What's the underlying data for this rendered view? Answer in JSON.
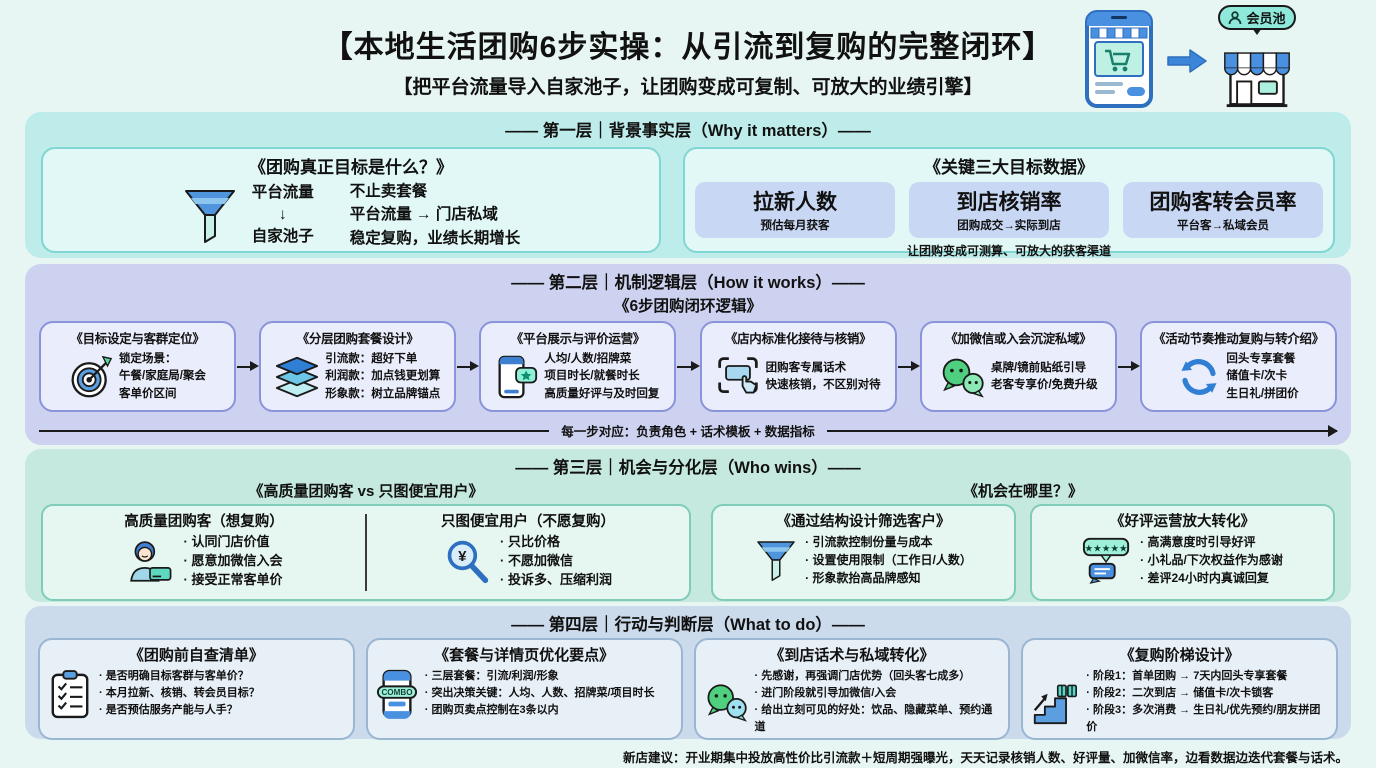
{
  "header": {
    "title": "【本地生活团购6步实操：从引流到复购的完整闭环】",
    "subtitle": "【把平台流量导入自家池子，让团购变成可复制、可放大的业绩引擎】"
  },
  "hero": {
    "member_bubble": "会员池"
  },
  "icons": {
    "yen": "¥",
    "stars": "★★★★★",
    "combo": "COMBO"
  },
  "colors": {
    "accent_blue": "#4a90e0",
    "wechat_green": "#4fd07f",
    "cyan_band": "#bdecea",
    "lavender_band": "#cdd2f0",
    "mint_band": "#c5e9de",
    "bluegray_band": "#cbdbeb"
  },
  "layer1": {
    "heading": "—— 第一层｜背景事实层（Why it matters）——",
    "goal_card": {
      "title": "《团购真正目标是什么？》",
      "funnel_top": "平台流量",
      "funnel_arrow": "↓",
      "funnel_bottom": "自家池子",
      "points": [
        "不止卖套餐",
        "平台流量 → 门店私域",
        "稳定复购，业绩长期增长"
      ]
    },
    "metrics_card": {
      "title": "《关键三大目标数据》",
      "metrics": [
        {
          "name": "拉新人数",
          "desc": "预估每月获客"
        },
        {
          "name": "到店核销率",
          "desc": "团购成交→实际到店"
        },
        {
          "name": "团购客转会员率",
          "desc": "平台客→私域会员"
        }
      ],
      "caption": "让团购变成可测算、可放大的获客渠道"
    }
  },
  "layer2": {
    "heading": "—— 第二层｜机制逻辑层（How it works）——",
    "subheading": "《6步团购闭环逻辑》",
    "steps": [
      {
        "title": "《目标设定与客群定位》",
        "lines": [
          "锁定场景：",
          "午餐/家庭局/聚会",
          "客单价区间"
        ]
      },
      {
        "title": "《分层团购套餐设计》",
        "lines": [
          "引流款：超好下单",
          "利润款：加点钱更划算",
          "形象款：树立品牌锚点"
        ]
      },
      {
        "title": "《平台展示与评价运营》",
        "lines": [
          "人均/人数/招牌菜",
          "项目时长/就餐时长",
          "高质量好评与及时回复"
        ]
      },
      {
        "title": "《店内标准化接待与核销》",
        "lines": [
          "团购客专属话术",
          "快速核销，不区别对待"
        ]
      },
      {
        "title": "《加微信或入会沉淀私域》",
        "lines": [
          "桌牌/镜前贴纸引导",
          "老客专享价/免费升级"
        ]
      },
      {
        "title": "《活动节奏推动复购与转介绍》",
        "lines": [
          "回头专享套餐",
          "储值卡/次卡",
          "生日礼/拼团价"
        ]
      }
    ],
    "caption": "每一步对应：负责角色 + 话术模板 + 数据指标"
  },
  "layer3": {
    "heading": "—— 第三层｜机会与分化层（Who wins）——",
    "compare": {
      "title": "《高质量团购客 vs 只图便宜用户》",
      "left": {
        "heading": "高质量团购客（想复购）",
        "points": [
          "认同门店价值",
          "愿意加微信入会",
          "接受正常客单价"
        ]
      },
      "right": {
        "heading": "只图便宜用户（不愿复购）",
        "points": [
          "只比价格",
          "不愿加微信",
          "投诉多、压缩利润"
        ]
      }
    },
    "opportunity": {
      "title": "《机会在哪里？》",
      "cards": [
        {
          "title": "《通过结构设计筛选客户》",
          "points": [
            "引流款控制份量与成本",
            "设置使用限制（工作日/人数）",
            "形象款抬高品牌感知"
          ]
        },
        {
          "title": "《好评运营放大转化》",
          "points": [
            "高满意度时引导好评",
            "小礼品/下次权益作为感谢",
            "差评24小时内真诚回复"
          ]
        }
      ]
    }
  },
  "layer4": {
    "heading": "—— 第四层｜行动与判断层（What to do）——",
    "cards": [
      {
        "title": "《团购前自查清单》",
        "points": [
          "是否明确目标客群与客单价？",
          "本月拉新、核销、转会员目标？",
          "是否预估服务产能与人手？"
        ]
      },
      {
        "title": "《套餐与详情页优化要点》",
        "points": [
          "三层套餐：引流/利润/形象",
          "突出决策关键：人均、人数、招牌菜/项目时长",
          "团购页卖点控制在3条以内"
        ]
      },
      {
        "title": "《到店话术与私域转化》",
        "points": [
          "先感谢，再强调门店优势（回头客七成多）",
          "进门阶段就引导加微信/入会",
          "给出立刻可见的好处：饮品、隐藏菜单、预约通道"
        ]
      },
      {
        "title": "《复购阶梯设计》",
        "points": [
          "阶段1：首单团购 → 7天内回头专享套餐",
          "阶段2：二次到店 → 储值卡/次卡锁客",
          "阶段3：多次消费 → 生日礼/优先预约/朋友拼团价"
        ]
      }
    ]
  },
  "footer": {
    "note": "新店建议：开业期集中投放高性价比引流款＋短周期强曝光，天天记录核销人数、好评量、加微信率，边看数据边迭代套餐与话术。"
  }
}
